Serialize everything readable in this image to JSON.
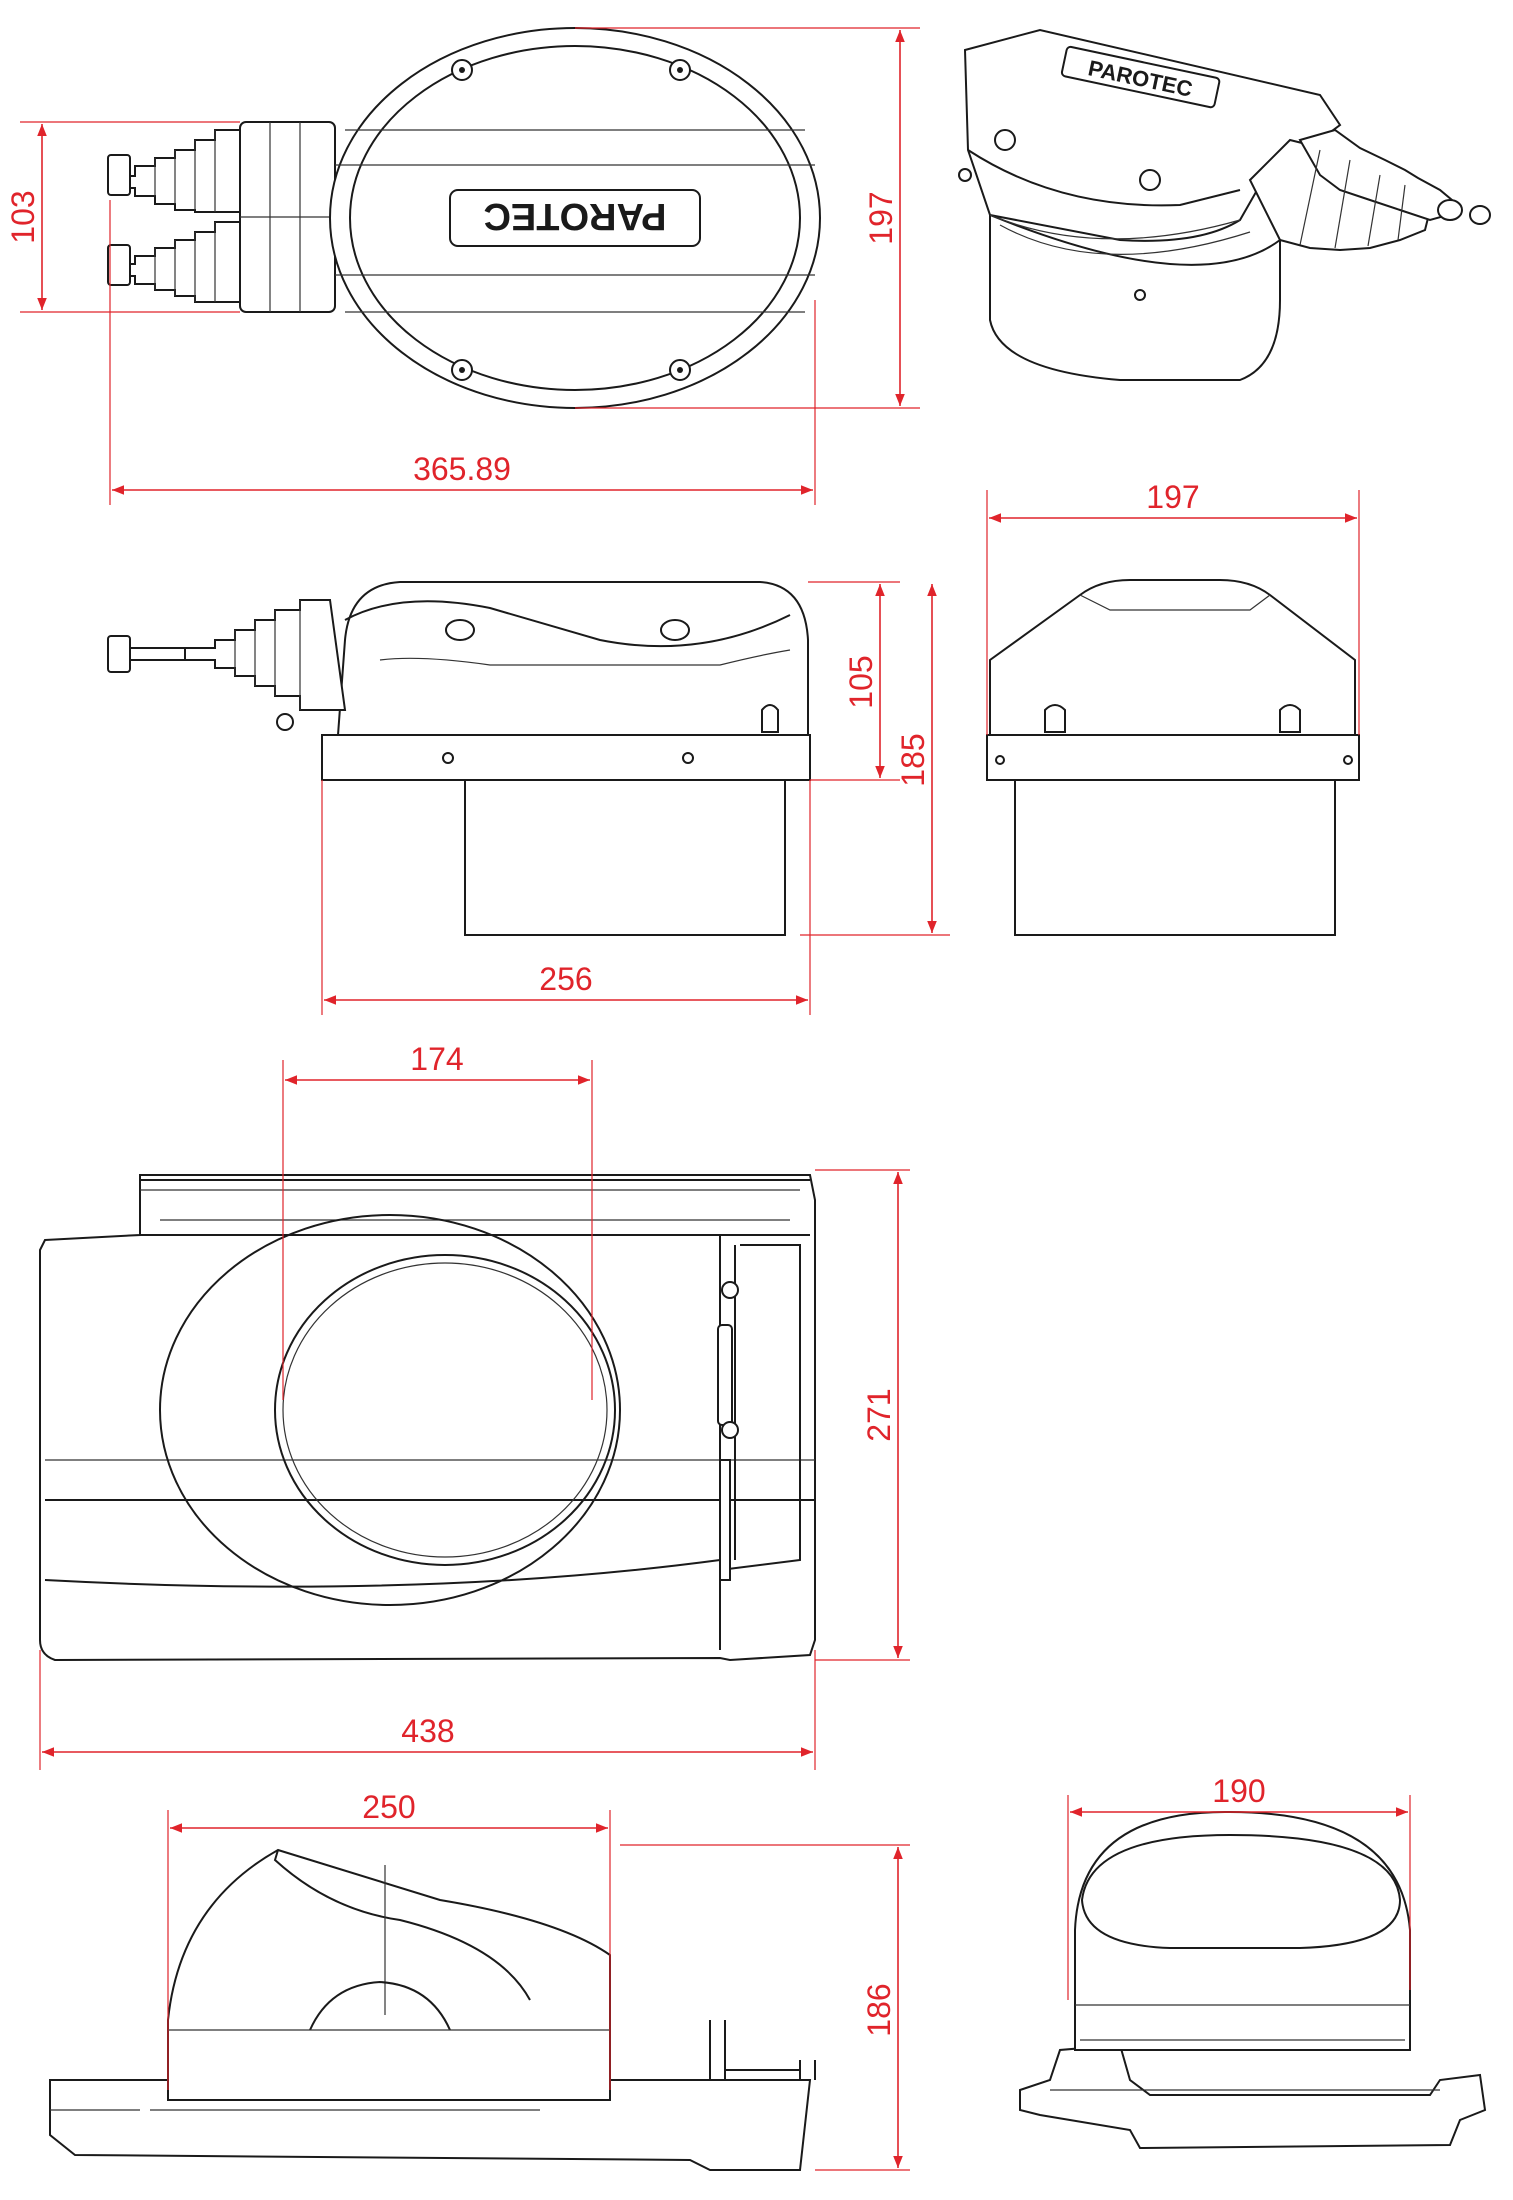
{
  "brand": {
    "logo_text": "PAROTEC"
  },
  "dimensions": {
    "top_view_height": "103",
    "top_view_depth": "197",
    "top_view_length": "365.89",
    "side_cap_height": "105",
    "side_total_height": "185",
    "side_base_width": "256",
    "front_width": "197",
    "plan_opening_width": "174",
    "plan_height": "271",
    "plan_length": "438",
    "profile_width": "250",
    "profile_height": "186",
    "end_width": "190"
  },
  "colors": {
    "dimension_line": "#e0242b",
    "outline": "#1a1a1a",
    "background": "#ffffff"
  }
}
